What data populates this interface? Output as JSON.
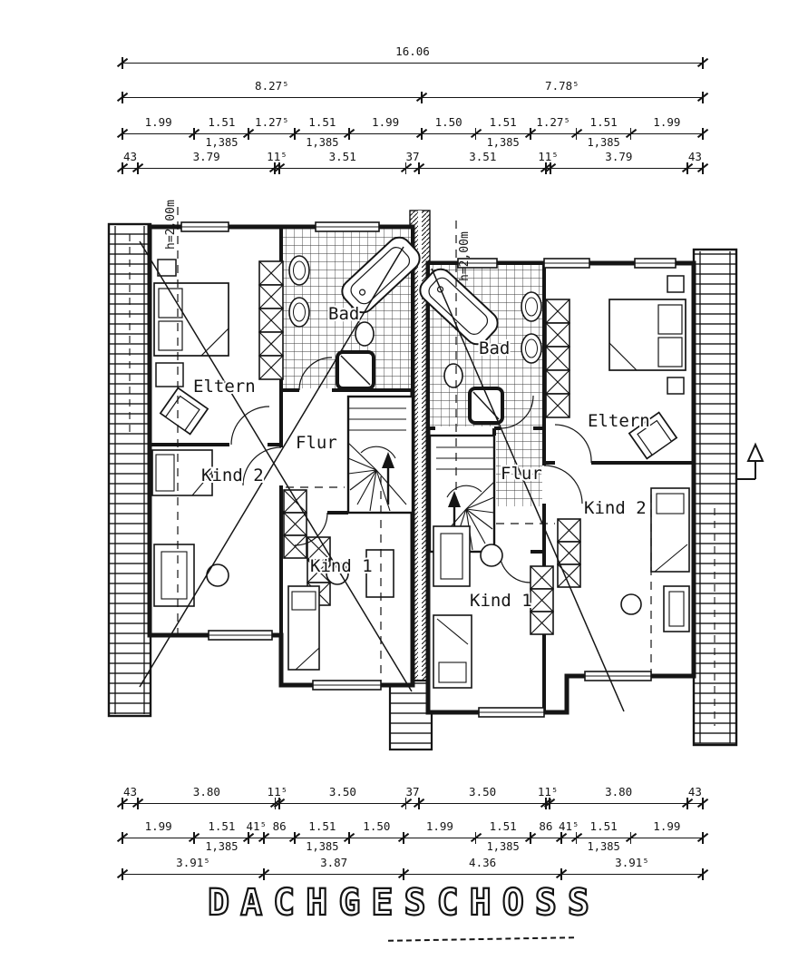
{
  "document": {
    "title": "DACHGESCHOSS"
  },
  "plan": {
    "ink_color": "#151515",
    "paper_color": "#ffffff",
    "rooms": [
      {
        "label": "Eltern"
      },
      {
        "label": "Bad"
      },
      {
        "label": "Flur"
      },
      {
        "label": "Kind 2"
      },
      {
        "label": "Kind 1"
      },
      {
        "label": "Bad"
      },
      {
        "label": "Eltern"
      },
      {
        "label": "Flur"
      },
      {
        "label": "Kind 2"
      },
      {
        "label": "Kind 1"
      }
    ],
    "height_labels": [
      {
        "label": "h=2,00m"
      },
      {
        "label": "h=2,00m"
      }
    ]
  },
  "dimensions": {
    "top": [
      {
        "name": "total",
        "segments": [
          {
            "label": "16.06",
            "value": 16.06
          }
        ]
      },
      {
        "name": "halves",
        "segments": [
          {
            "label": "8.27⁵",
            "value": 8.275
          },
          {
            "label": "7.78⁵",
            "value": 7.785
          }
        ]
      },
      {
        "name": "openings",
        "segments": [
          {
            "label": "1.99",
            "value": 1.99
          },
          {
            "label": "1.51",
            "value": 1.51,
            "sub": "1,385"
          },
          {
            "label": "1.27⁵",
            "value": 1.275
          },
          {
            "label": "1.51",
            "value": 1.51,
            "sub": "1,385"
          },
          {
            "label": "1.99",
            "value": 1.99
          },
          {
            "label": "1.50",
            "value": 1.5
          },
          {
            "label": "1.51",
            "value": 1.51,
            "sub": "1,385"
          },
          {
            "label": "1.27⁵",
            "value": 1.275
          },
          {
            "label": "1.51",
            "value": 1.51,
            "sub": "1,385"
          },
          {
            "label": "1.99",
            "value": 1.99
          }
        ]
      },
      {
        "name": "walls",
        "segments": [
          {
            "label": "43",
            "value": 0.43
          },
          {
            "label": "3.79",
            "value": 3.79
          },
          {
            "label": "11⁵",
            "value": 0.115
          },
          {
            "label": "3.51",
            "value": 3.51
          },
          {
            "label": "37",
            "value": 0.37
          },
          {
            "label": "3.51",
            "value": 3.51
          },
          {
            "label": "11⁵",
            "value": 0.115
          },
          {
            "label": "3.79",
            "value": 3.79
          },
          {
            "label": "43",
            "value": 0.43
          }
        ]
      }
    ],
    "bottom": [
      {
        "name": "walls",
        "segments": [
          {
            "label": "43",
            "value": 0.43
          },
          {
            "label": "3.80",
            "value": 3.8
          },
          {
            "label": "11⁵",
            "value": 0.115
          },
          {
            "label": "3.50",
            "value": 3.5
          },
          {
            "label": "37",
            "value": 0.37
          },
          {
            "label": "3.50",
            "value": 3.5
          },
          {
            "label": "11⁵",
            "value": 0.115
          },
          {
            "label": "3.80",
            "value": 3.8
          },
          {
            "label": "43",
            "value": 0.43
          }
        ]
      },
      {
        "name": "openings",
        "segments": [
          {
            "label": "1.99",
            "value": 1.99
          },
          {
            "label": "1.51",
            "value": 1.51,
            "sub": "1,385"
          },
          {
            "label": "41⁵",
            "value": 0.415
          },
          {
            "label": "86",
            "value": 0.86
          },
          {
            "label": "1.51",
            "value": 1.51,
            "sub": "1,385"
          },
          {
            "label": "1.50",
            "value": 1.5
          },
          {
            "label": "1.99",
            "value": 1.99
          },
          {
            "label": "1.51",
            "value": 1.51,
            "sub": "1,385"
          },
          {
            "label": "86",
            "value": 0.86
          },
          {
            "label": "41⁵",
            "value": 0.415
          },
          {
            "label": "1.51",
            "value": 1.51,
            "sub": "1,385"
          },
          {
            "label": "1.99",
            "value": 1.99
          }
        ]
      },
      {
        "name": "zones",
        "segments": [
          {
            "label": "3.91⁵",
            "value": 3.915
          },
          {
            "label": "3.87",
            "value": 3.87
          },
          {
            "label": "4.36",
            "value": 4.36
          },
          {
            "label": "3.91⁵",
            "value": 3.915
          }
        ]
      }
    ]
  }
}
